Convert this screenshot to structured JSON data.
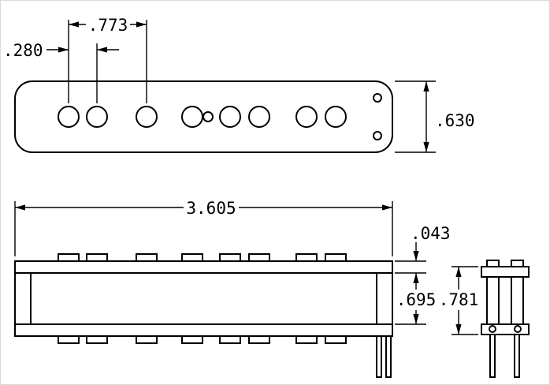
{
  "drawing": {
    "background_color": "#ffffff",
    "line_color": "#000000",
    "text_color": "#000000",
    "labels": {
      "pole_spacing": ".773",
      "pole_pair_spacing": ".280",
      "flatwork_width": ".630",
      "overall_length": "3.605",
      "flatwork_thickness": ".043",
      "inner_height": ".695",
      "overall_height": ".781"
    },
    "counts": {
      "pole_holes": 8,
      "center_holes": 1,
      "mounting_holes": 2,
      "pole_tabs_per_side": 8,
      "terminal_legs": 2
    }
  }
}
